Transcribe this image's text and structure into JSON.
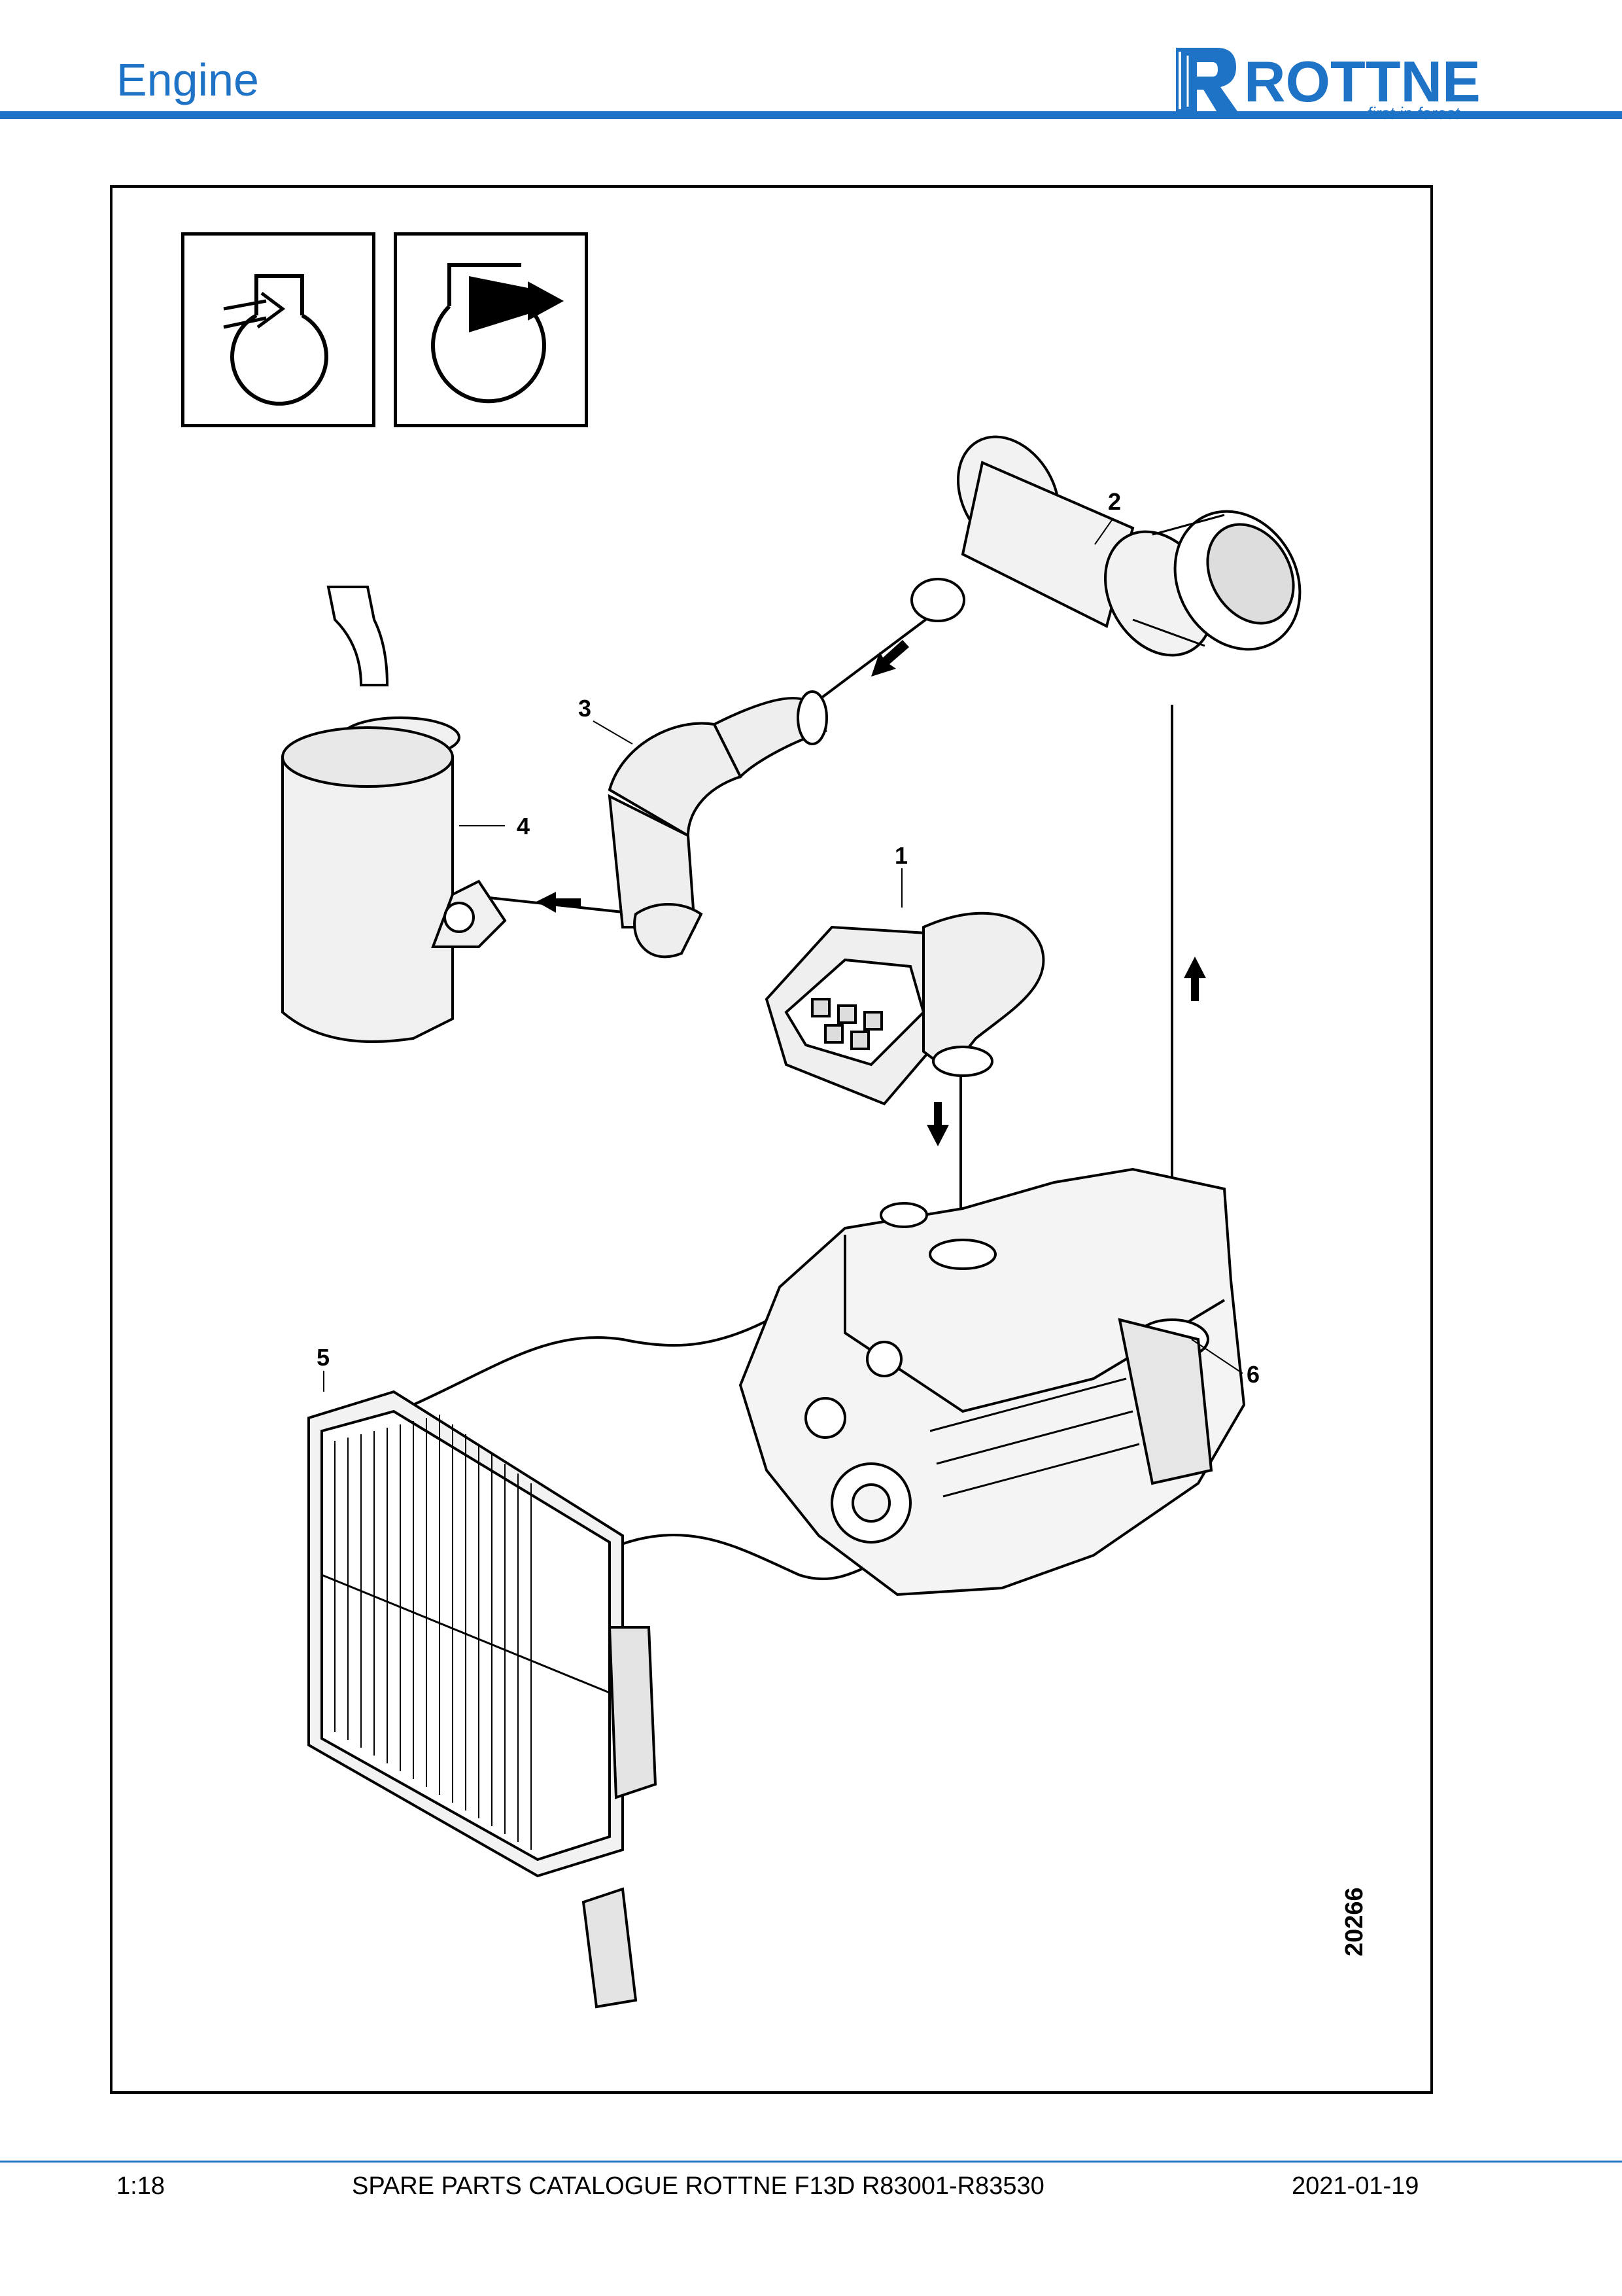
{
  "header": {
    "title": "Engine",
    "brand": "ROTTNE",
    "tagline": "first in forest"
  },
  "colors": {
    "accent": "#1f73c6",
    "line": "#000000"
  },
  "symbols": [
    {
      "icon": "engine-air-intake-icon"
    },
    {
      "icon": "engine-exhaust-outlet-icon"
    }
  ],
  "callouts": [
    "1",
    "2",
    "3",
    "4",
    "5",
    "6"
  ],
  "drawing_number": "20266",
  "footer": {
    "page": "1:18",
    "catalogue": "SPARE PARTS CATALOGUE ROTTNE F13D R83001-R83530",
    "date": "2021-01-19"
  }
}
